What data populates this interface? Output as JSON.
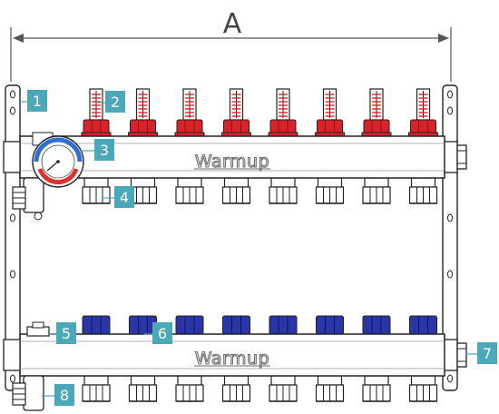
{
  "dimension": {
    "label": "A"
  },
  "brand": {
    "upper": "Warmup",
    "lower": "Warmup"
  },
  "gauge": {
    "outer_color": "#2f6fd0",
    "inner_color": "#e03030"
  },
  "flow_meter_count": 8,
  "return_valve_count": 8,
  "callouts": [
    {
      "id": "1",
      "label": "1"
    },
    {
      "id": "2",
      "label": "2"
    },
    {
      "id": "3",
      "label": "3"
    },
    {
      "id": "4",
      "label": "4"
    },
    {
      "id": "5",
      "label": "5"
    },
    {
      "id": "6",
      "label": "6"
    },
    {
      "id": "7",
      "label": "7"
    },
    {
      "id": "8",
      "label": "8"
    }
  ],
  "colors": {
    "callout": "#4aa8b8",
    "flow_meter_red": "#d8232a",
    "valve_blue": "#2a35a8",
    "outline": "#222222"
  }
}
